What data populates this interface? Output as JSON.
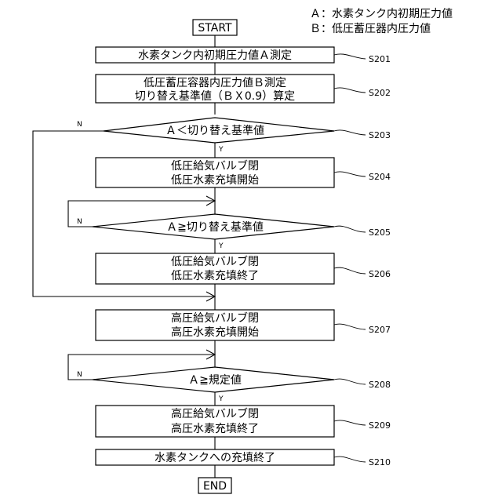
{
  "legend": [
    "Ａ：水素タンク内初期圧力値",
    "Ｂ：低圧蓄圧器内圧力値"
  ],
  "terminals": {
    "start": "START",
    "end": "END"
  },
  "steps": {
    "s201": {
      "lines": [
        "水素タンク内初期圧力値Ａ測定"
      ],
      "label": "S201"
    },
    "s202": {
      "lines": [
        "低圧蓄圧容器内圧力値Ｂ測定",
        "切り替え基準値（ＢＸ0.9）算定"
      ],
      "label": "S202"
    },
    "s203": {
      "lines": [
        "Ａ＜切り替え基準値"
      ],
      "label": "S203"
    },
    "s204": {
      "lines": [
        "低圧給気バルブ閉",
        "低圧水素充填開始"
      ],
      "label": "S204"
    },
    "s205": {
      "lines": [
        "Ａ≧切り替え基準値"
      ],
      "label": "S205"
    },
    "s206": {
      "lines": [
        "低圧給気バルブ閉",
        "低圧水素充填終了"
      ],
      "label": "S206"
    },
    "s207": {
      "lines": [
        "高圧給気バルブ閉",
        "高圧水素充填開始"
      ],
      "label": "S207"
    },
    "s208": {
      "lines": [
        "Ａ≧規定値"
      ],
      "label": "S208"
    },
    "s209": {
      "lines": [
        "高圧給気バルブ閉",
        "高圧水素充填終了"
      ],
      "label": "S209"
    },
    "s210": {
      "lines": [
        "水素タンクへの充填終了"
      ],
      "label": "S210"
    }
  },
  "branches": {
    "s203": {
      "yes": "Y",
      "no": "N"
    },
    "s205": {
      "yes": "Y",
      "no": "N"
    },
    "s208": {
      "yes": "Y",
      "no": "N"
    }
  }
}
